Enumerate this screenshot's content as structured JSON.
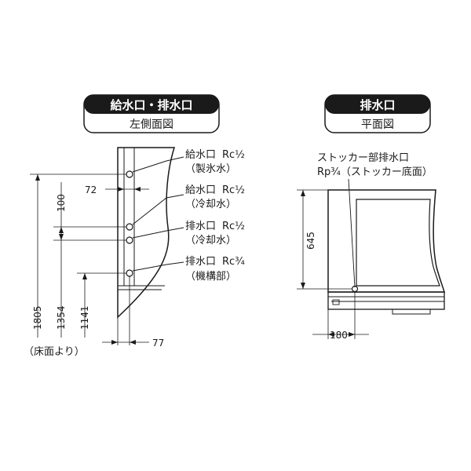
{
  "left_diagram": {
    "title": "給水口・排水口",
    "subtitle": "左側面図",
    "ports": [
      {
        "name": "給水口",
        "spec": "Rc½",
        "note": "（製氷水）"
      },
      {
        "name": "給水口",
        "spec": "Rc½",
        "note": "（冷却水）"
      },
      {
        "name": "排水口",
        "spec": "Rc½",
        "note": "（冷却水）"
      },
      {
        "name": "排水口",
        "spec": "Rc¾",
        "note": "（機構部）"
      }
    ],
    "dimensions": {
      "d72": "72",
      "d100": "100",
      "d1805": "1805",
      "d1354": "1354",
      "d1141": "1141",
      "d77": "77",
      "floor_note": "（床面より）"
    }
  },
  "right_diagram": {
    "title": "排水口",
    "subtitle": "平面図",
    "port_label_line1": "ストッカー部排水口",
    "port_label_line2": "Rp¾（ストッカー底面）",
    "dimensions": {
      "d645": "645",
      "d180": "180"
    }
  },
  "colors": {
    "header_bg": "#1a1a1a",
    "line": "#1a1a1a",
    "background": "#ffffff"
  }
}
